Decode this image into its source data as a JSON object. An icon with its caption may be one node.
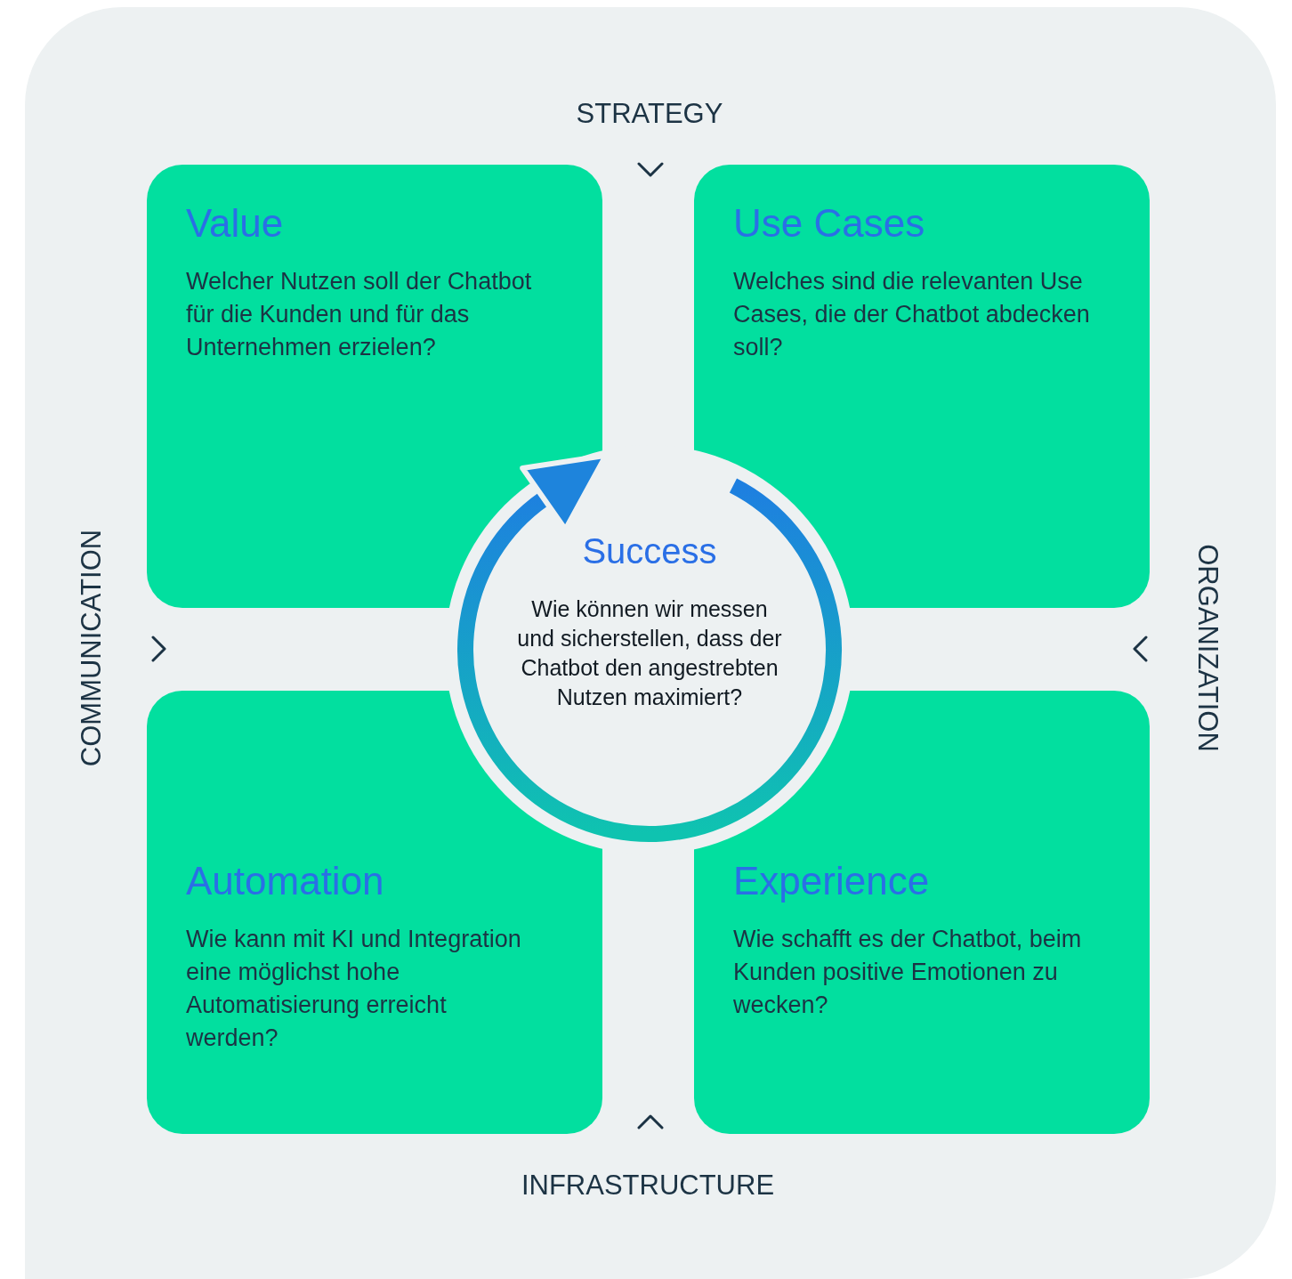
{
  "diagram": {
    "nodes": [
      {
        "text": [
          "Value",
          "Welcher Nutzen soll der Chatbot für die Kunden und für das Unternehmen erzielen?"
        ]
      },
      {
        "text": [
          "Use Cases",
          "Welches sind die relevanten Use Cases, die der Chatbot abdecken soll?"
        ]
      },
      {
        "text": [
          "Automation",
          "Wie kann mit KI und Integration eine möglichst hohe Automatisierung erreicht werden?"
        ]
      },
      {
        "text": [
          "Experience",
          "Wie schafft es der Chatbot, beim Kunden positive Emotionen zu wecken?"
        ]
      },
      {
        "text": [
          "Success",
          "Wie können wir messen und sicherstellen, dass der Chatbot den angestrebten Nutzen maximiert?"
        ]
      }
    ],
    "labels": [
      "STRATEGY",
      "COMMUNICATION",
      "ORGANIZATION",
      "INFRASTRUCTURE"
    ]
  }
}
